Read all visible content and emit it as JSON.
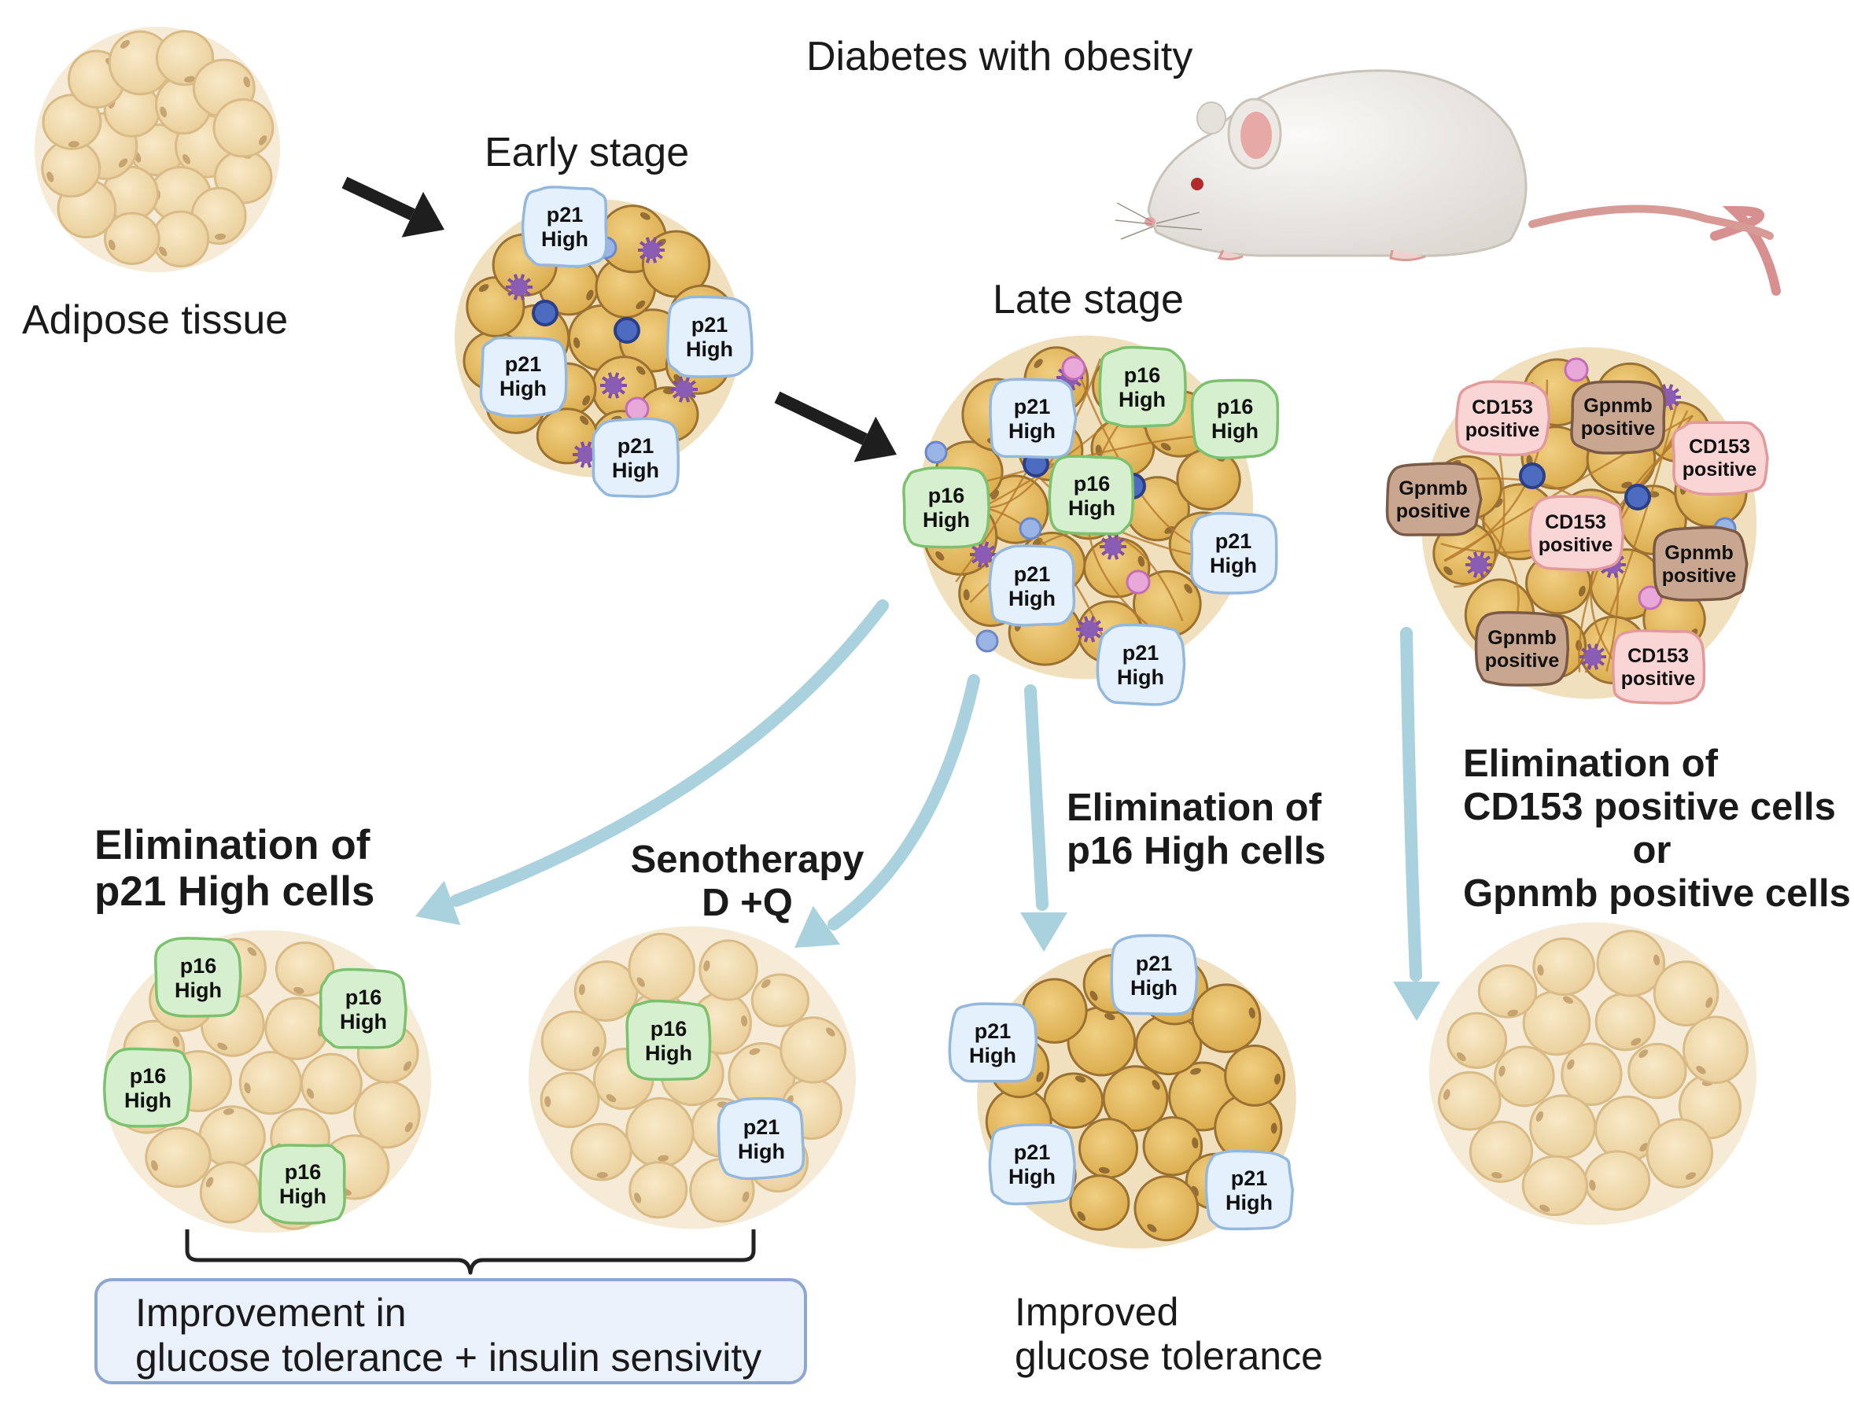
{
  "labels": {
    "adipose_tissue": "Adipose tissue",
    "early_stage": "Early stage",
    "diabetes_obesity": "Diabetes with obesity",
    "late_stage": "Late stage",
    "elim_p21": [
      "Elimination of",
      "p21 High cells"
    ],
    "senotherapy": [
      "Senotherapy",
      "D +Q"
    ],
    "elim_p16": [
      "Elimination of",
      "p16 High cells"
    ],
    "elim_cd153": [
      "Elimination of",
      "CD153 positive cells",
      "or",
      "Gpnmb positive cells"
    ],
    "outcome_p21_dq": [
      "Improvement in",
      "glucose tolerance + insulin sensivity"
    ],
    "outcome_p16": [
      "Improved",
      "glucose tolerance"
    ]
  },
  "markers": {
    "p21": [
      "p21",
      "High"
    ],
    "p16": [
      "p16",
      "High"
    ],
    "cd153": [
      "CD153",
      "positive"
    ],
    "gpnmb": [
      "Gpnmb",
      "positive"
    ]
  },
  "colors": {
    "p21_fill": "#e4f1fd",
    "p21_stroke": "#94b8dd",
    "p16_fill": "#d6f0cf",
    "p16_stroke": "#7cc16e",
    "cd153_fill": "#f9d5d5",
    "cd153_stroke": "#e29a9a",
    "gpnmb_fill": "#c9a68f",
    "gpnmb_stroke": "#7b5a45",
    "arrow_dark": "#1e1e1e",
    "arrow_light": "#a9d1de",
    "adipocyte_light": "#f3dcb0",
    "adipocyte_dark": "#e6b75e"
  },
  "icons": [
    "adipose-tissue-icon",
    "mouse-icon",
    "black-arrow-icon",
    "light-blue-arrow-icon",
    "curly-brace-icon"
  ]
}
